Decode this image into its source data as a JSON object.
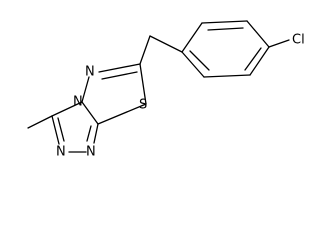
{
  "atoms": {
    "chlorine": "Cl",
    "thiadiazole_nitrogen": "N",
    "bridgehead_nitrogen": "N",
    "sulfur": "S",
    "triazole_nitrogen_1": "N",
    "triazole_nitrogen_2": "N"
  },
  "colors": {
    "bond": "#000000",
    "label": "#000000",
    "background": "#ffffff"
  }
}
